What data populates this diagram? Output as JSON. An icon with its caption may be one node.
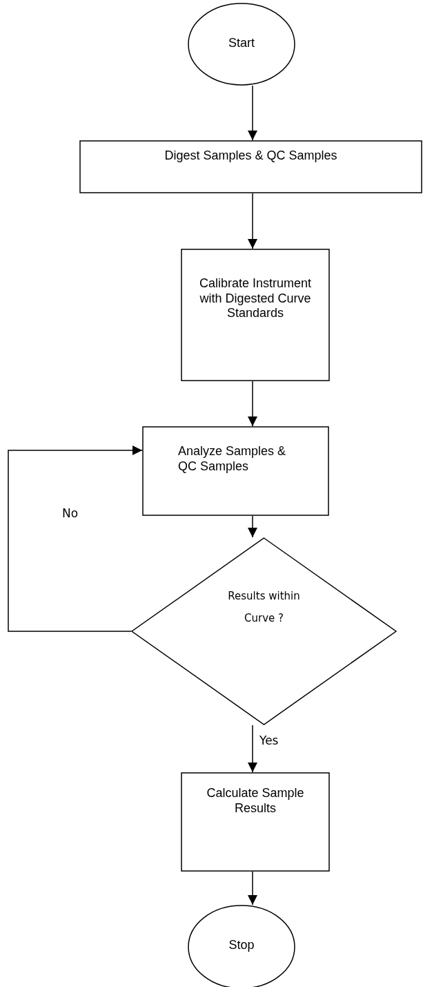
{
  "diagram": {
    "nodes": [
      {
        "text": [
          "Start"
        ]
      },
      {
        "text": [
          "Digest Samples & QC Samples"
        ]
      },
      {
        "text": [
          "Calibrate Instrument with Digested Curve Standards"
        ]
      },
      {
        "text": [
          "Analyze Samples & QC Samples"
        ]
      },
      {
        "text": [
          "Results within Curve ?"
        ]
      },
      {
        "text": [
          "Calculate Sample Results"
        ]
      },
      {
        "text": [
          "Stop"
        ]
      }
    ],
    "edges": [
      {
        "from": 0,
        "to": 1,
        "arrow": "to"
      },
      {
        "from": 1,
        "to": 2,
        "arrow": "to"
      },
      {
        "from": 2,
        "to": 3,
        "arrow": "to"
      },
      {
        "from": 3,
        "to": 4,
        "arrow": "to"
      },
      {
        "from": 4,
        "to": 3,
        "arrow": "to",
        "label": "No"
      },
      {
        "from": 4,
        "to": 5,
        "arrow": "to",
        "label": "Yes"
      },
      {
        "from": 5,
        "to": 6,
        "arrow": "to"
      }
    ]
  }
}
